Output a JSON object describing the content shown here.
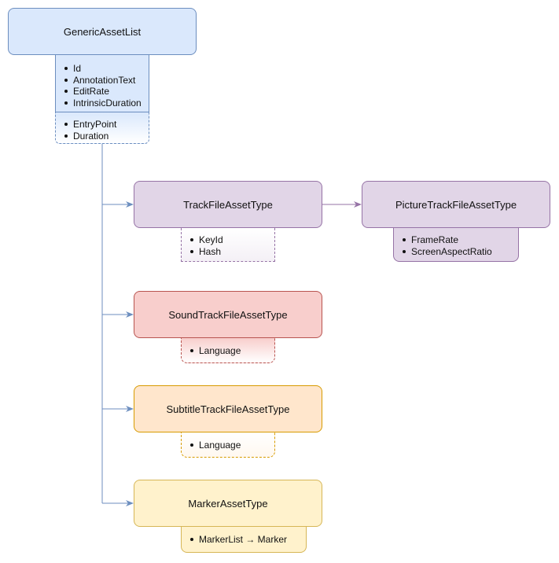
{
  "nodes": {
    "generic": {
      "title": "GenericAssetList",
      "attributes": [
        "Id",
        "AnnotationText",
        "EditRate",
        "IntrinsicDuration"
      ],
      "optional_attributes": [
        "EntryPoint",
        "Duration"
      ],
      "fill": "#dae8fc",
      "stroke": "#6c8ebf"
    },
    "track_file": {
      "title": "TrackFileAssetType",
      "optional_attributes": [
        "KeyId",
        "Hash"
      ],
      "fill": "#e1d5e7",
      "stroke": "#9673a6"
    },
    "picture": {
      "title": "PictureTrackFileAssetType",
      "attributes": [
        "FrameRate",
        "ScreenAspectRatio"
      ],
      "fill": "#e1d5e7",
      "stroke": "#9673a6"
    },
    "sound": {
      "title": "SoundTrackFileAssetType",
      "optional_attributes": [
        "Language"
      ],
      "fill": "#f8cecc",
      "stroke": "#b85450"
    },
    "subtitle": {
      "title": "SubtitleTrackFileAssetType",
      "optional_attributes": [
        "Language"
      ],
      "fill": "#ffe6cc",
      "stroke": "#d79b00"
    },
    "marker": {
      "title": "MarkerAssetType",
      "attributes": [
        "MarkerList → Marker"
      ],
      "fill": "#fff2cc",
      "stroke": "#d6b656"
    }
  },
  "edges": [
    {
      "from": "generic",
      "to": "track_file",
      "color": "#6c8ebf"
    },
    {
      "from": "generic",
      "to": "sound",
      "color": "#6c8ebf"
    },
    {
      "from": "generic",
      "to": "subtitle",
      "color": "#6c8ebf"
    },
    {
      "from": "generic",
      "to": "marker",
      "color": "#6c8ebf"
    },
    {
      "from": "track_file",
      "to": "picture",
      "color": "#9673a6"
    }
  ]
}
